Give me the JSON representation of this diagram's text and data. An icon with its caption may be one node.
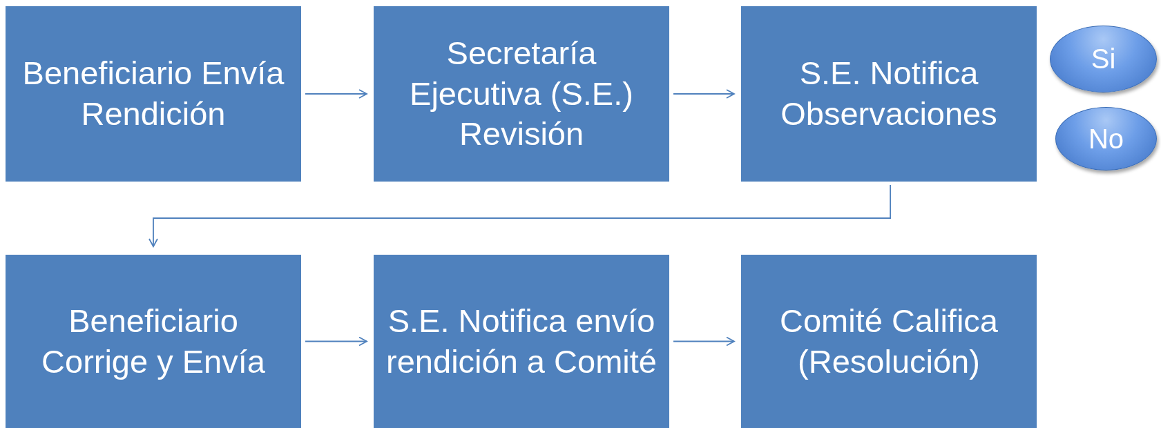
{
  "diagram": {
    "nodes": [
      {
        "text": [
          "Beneficiario Envía Rendición"
        ]
      },
      {
        "text": [
          "Secretaría Ejecutiva (S.E.) Revisión"
        ]
      },
      {
        "text": [
          "S.E. Notifica Observaciones"
        ]
      },
      {
        "text": [
          "Si"
        ]
      },
      {
        "text": [
          "No"
        ]
      },
      {
        "text": [
          "Beneficiario Corrige y Envía"
        ]
      },
      {
        "text": [
          "S.E. Notifica envío rendición a Comité"
        ]
      },
      {
        "text": [
          "Comité Califica (Resolución)"
        ]
      }
    ],
    "edges": [
      {
        "from": 0,
        "to": 1,
        "arrow": "to"
      },
      {
        "from": 1,
        "to": 2,
        "arrow": "to"
      },
      {
        "from": 2,
        "to": 5,
        "arrow": "to"
      },
      {
        "from": 5,
        "to": 6,
        "arrow": "to"
      },
      {
        "from": 6,
        "to": 7,
        "arrow": "to"
      }
    ]
  }
}
